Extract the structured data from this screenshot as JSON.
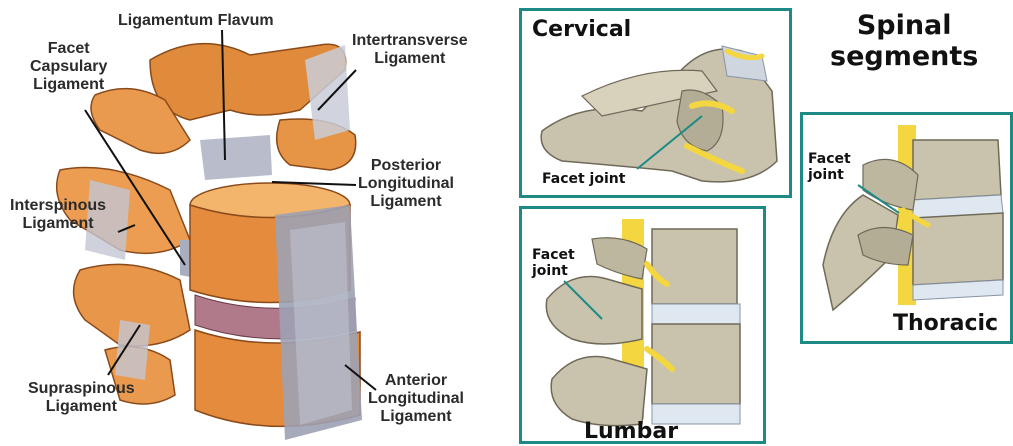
{
  "left_panel": {
    "labels": {
      "ligamentum_flavum": "Ligamentum Flavum",
      "intertransverse": [
        "Intertransverse",
        "Ligament"
      ],
      "facet_capsulary": [
        "Facet",
        "Capsulary",
        "Ligament"
      ],
      "posterior_longitudinal": [
        "Posterior",
        "Longitudinal",
        "Ligament"
      ],
      "interspinous": [
        "Interspinous",
        "Ligament"
      ],
      "supraspinous": [
        "Supraspinous",
        "Ligament"
      ],
      "anterior_longitudinal": [
        "Anterior",
        "Longitudinal",
        "Ligament"
      ]
    }
  },
  "right_panel": {
    "heading": [
      "Spinal",
      "segments"
    ],
    "cervical": {
      "title": "Cervical",
      "facet": [
        "Facet joint"
      ]
    },
    "lumbar": {
      "title": "Lumbar",
      "facet": [
        "Facet",
        "joint"
      ]
    },
    "thoracic": {
      "title": "Thoracic",
      "facet": [
        "Facet",
        "joint"
      ]
    },
    "colors": {
      "frame": "#1d8a86",
      "bone": "#c9c3ad",
      "nerve": "#f3d640",
      "ligament_orange": "#e8923f"
    }
  }
}
